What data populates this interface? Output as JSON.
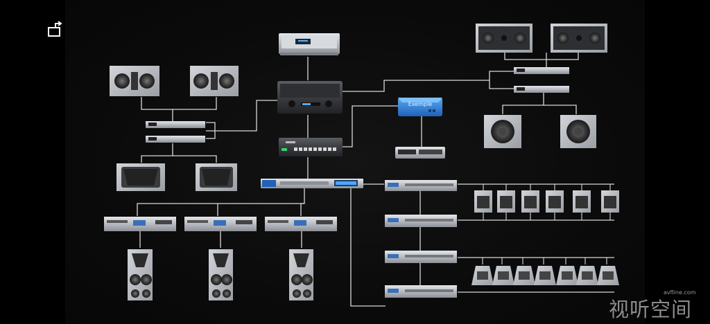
{
  "title": "",
  "watermark": {
    "url": "avfline.com",
    "brand": "视听空间"
  },
  "device_labels": {
    "sync_box": "Exemple"
  },
  "colors": {
    "background": "#0b0b0b",
    "wire": "#d9d9d9",
    "device_silver": "#c9cdd2",
    "device_dark": "#2b2d31",
    "speaker_gray": "#b9bcc0",
    "sync_blue": "#2f7fd6",
    "display_blue": "#4fa6ff"
  },
  "icons": {
    "back": "back-arrow-icon"
  }
}
